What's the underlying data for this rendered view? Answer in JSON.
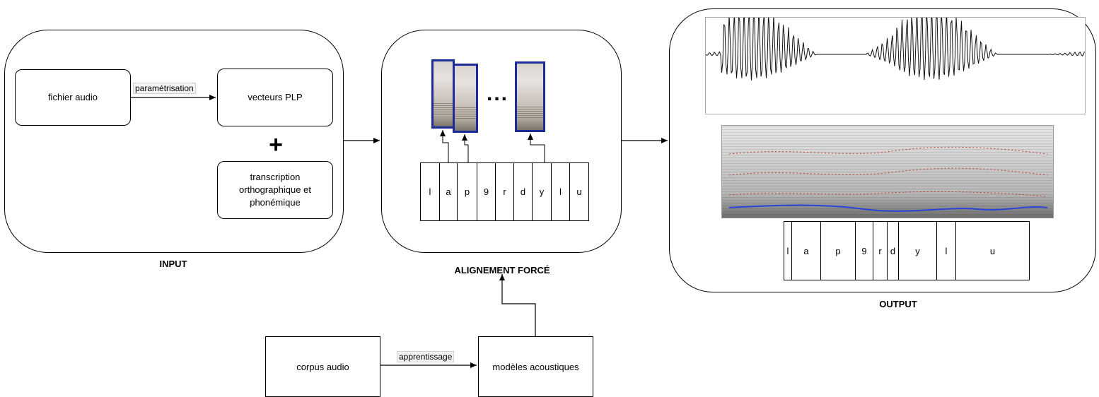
{
  "input": {
    "caption": "INPUT",
    "audio_file": "fichier audio",
    "edge_label": "paramétrisation",
    "plp_vectors": "vecteurs PLP",
    "plus": "+",
    "transcription": "transcription orthographique et phonémique"
  },
  "alignment": {
    "caption": "ALIGNEMENT FORCÉ",
    "ellipsis": "...",
    "phonemes": [
      "l",
      "a",
      "p",
      "9",
      "r",
      "d",
      "y",
      "l",
      "u"
    ]
  },
  "output": {
    "caption": "OUTPUT",
    "segments": [
      "l",
      "a",
      "p",
      "9",
      "r",
      "d",
      "y",
      "l",
      "u"
    ]
  },
  "training": {
    "corpus": "corpus audio",
    "edge_label": "apprentissage",
    "models": "modèles acoustiques"
  },
  "colors": {
    "frame_border": "#1d2a9a",
    "stroke": "#000000"
  }
}
